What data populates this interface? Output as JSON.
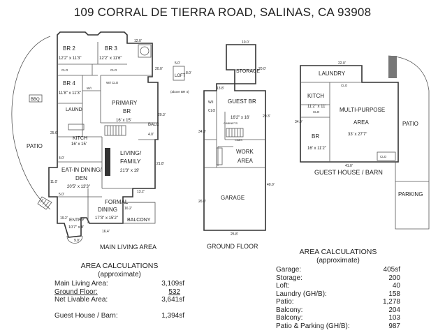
{
  "title": "109 CORRAL DE TIERRA ROAD, SALINAS, CA 93908",
  "plans": {
    "main_living_area": "MAIN LIVING AREA",
    "ground_floor": "GROUND FLOOR",
    "guest_house_barn": "GUEST HOUSE / BARN"
  },
  "rooms": {
    "br2": {
      "name": "BR 2",
      "dims": "12'2\" x 11'3\""
    },
    "br3": {
      "name": "BR 3",
      "dims": "12'2\" x 11'6\""
    },
    "br4": {
      "name": "BR 4",
      "dims": "11'8\" x 11'3\""
    },
    "primary": {
      "name1": "PRIMARY",
      "name2": "BR",
      "dims": "16' x 15'"
    },
    "laund": "LAUND",
    "kitch": {
      "name": "KITCH",
      "dims": "16' x 15'"
    },
    "living": {
      "name1": "LIVING/",
      "name2": "FAMILY",
      "dims": "21'3\" x 19'"
    },
    "eatin": {
      "name1": "EAT-IN DINING/",
      "name2": "DEN",
      "dims": "20'5\" x 13'3\""
    },
    "formal": {
      "name1": "FORMAL",
      "name2": "DINING",
      "dims": "17'3\" x 15'2\""
    },
    "entry": {
      "name": "ENTRY",
      "dims": "10'7\" x 8'"
    },
    "balcony": "BALCONY",
    "balc": "BALC",
    "patio_main": "PATIO",
    "bbq": "BBQ",
    "loft": {
      "name": "LOFT",
      "note": "(above BR 4)"
    },
    "storage": "STORAGE",
    "guest_br": {
      "name": "GUEST BR",
      "dims": "16'2\" x 16'"
    },
    "work_area": {
      "name1": "WORK",
      "name2": "AREA"
    },
    "garage": "GARAGE",
    "laundry_gh": "LAUNDRY",
    "kitch_gh": {
      "name": "KITCH",
      "dims": "11'2\" x 11'"
    },
    "br_gh": {
      "name": "BR",
      "dims": "16' x 11'2\""
    },
    "mpa": {
      "name1": "MULTI-PURPOSE",
      "name2": "AREA",
      "dims": "33' x 27'7\""
    },
    "patio_gh": "PATIO",
    "parking": "PARKING"
  },
  "small_labels": {
    "clo": "CLO",
    "wi": "W/I",
    "wi_clo": "W/I CLO",
    "cabinets": "CABINETS",
    "cabs": "CABS"
  },
  "dims": {
    "d12": "12.0'",
    "d20": "20.0'",
    "d20_3": "20.3'",
    "d25_6": "25.6'",
    "d4": "4.0'",
    "d21_8": "21.8'",
    "d13_2": "13.2'",
    "d11": "11.0'",
    "d5": "5.0'",
    "d19_2": "19.2'",
    "d9": "9.0'",
    "d16_2": "16.2'",
    "d16_4": "16.4'",
    "d5_loft": "5.0'",
    "d8_loft": "8.0'",
    "d10": "10.0'",
    "d20_0g": "20.0'",
    "d13_8": "13.8'",
    "d20_3g": "20.3'",
    "d34_3": "34.3'",
    "d26": "26.0'",
    "d40": "40.0'",
    "d25_8": "25.8'",
    "d22": "22.0'",
    "d34gh": "34.0'",
    "d41": "41.0'"
  },
  "area_left": {
    "title1": "AREA CALCULATIONS",
    "title2": "(approximate)",
    "rows": [
      {
        "label": "Main Living Area:",
        "value": "3,109sf"
      },
      {
        "label": "Ground Floor:",
        "value": "532"
      },
      {
        "label": "Net Livable Area:",
        "value": "3,641sf"
      },
      {
        "label": "Guest House /  Barn:",
        "value": "1,394sf"
      }
    ]
  },
  "area_right": {
    "title1": "AREA CALCULATIONS",
    "title2": "(approximate)",
    "rows": [
      {
        "label": "Garage:",
        "value": "405sf"
      },
      {
        "label": "Storage:",
        "value": "200"
      },
      {
        "label": "Loft:",
        "value": "40"
      },
      {
        "label": "Laundry (GH/B):",
        "value": "158"
      },
      {
        "label": "Patio:",
        "value": "1,278"
      },
      {
        "label": "Balcony:",
        "value": "204"
      },
      {
        "label": "Balcony:",
        "value": "103"
      },
      {
        "label": "Patio & Parking (GH/B):",
        "value": "987"
      }
    ]
  }
}
